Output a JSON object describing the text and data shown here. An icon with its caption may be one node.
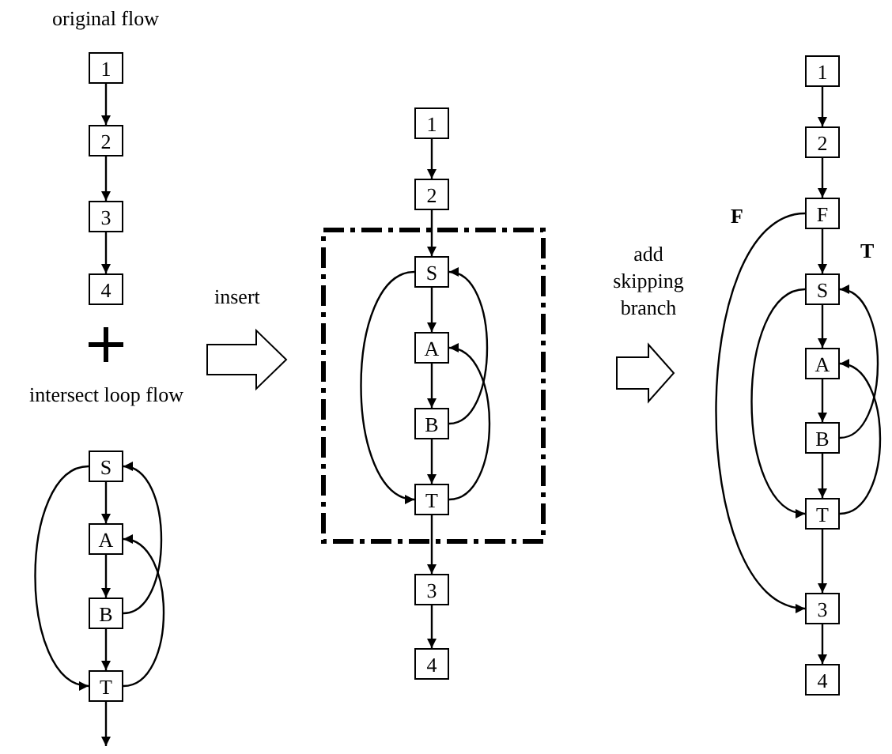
{
  "diagram": {
    "nodes": [
      {
        "text": [
          "1"
        ]
      },
      {
        "text": [
          "2"
        ]
      },
      {
        "text": [
          "3"
        ]
      },
      {
        "text": [
          "4"
        ]
      },
      {
        "text": [
          "S"
        ]
      },
      {
        "text": [
          "A"
        ]
      },
      {
        "text": [
          "B"
        ]
      },
      {
        "text": [
          "T"
        ]
      },
      {
        "text": [
          "1"
        ]
      },
      {
        "text": [
          "2"
        ]
      },
      {
        "text": [],
        "shape": "box"
      },
      {
        "text": [
          "S"
        ],
        "in": 10
      },
      {
        "text": [
          "A"
        ],
        "in": 10
      },
      {
        "text": [
          "B"
        ],
        "in": 10
      },
      {
        "text": [
          "T"
        ],
        "in": 10
      },
      {
        "text": [
          "3"
        ]
      },
      {
        "text": [
          "4"
        ]
      },
      {
        "text": [
          "1"
        ]
      },
      {
        "text": [
          "2"
        ]
      },
      {
        "text": [
          "F"
        ]
      },
      {
        "text": [
          "S"
        ]
      },
      {
        "text": [
          "A"
        ]
      },
      {
        "text": [
          "B"
        ]
      },
      {
        "text": [
          "T"
        ]
      },
      {
        "text": [
          "3"
        ]
      },
      {
        "text": [
          "4"
        ]
      }
    ],
    "edges": [
      {
        "from": 0,
        "to": 1,
        "arrow": "to"
      },
      {
        "from": 1,
        "to": 2,
        "arrow": "to"
      },
      {
        "from": 2,
        "to": 3,
        "arrow": "to"
      },
      {
        "from": 4,
        "to": 5,
        "arrow": "to"
      },
      {
        "from": 5,
        "to": 6,
        "arrow": "to"
      },
      {
        "from": 6,
        "to": 7,
        "arrow": "to"
      },
      {
        "from": 7,
        "to": null,
        "arrow": "to"
      },
      {
        "from": 4,
        "to": 7,
        "arrow": "to"
      },
      {
        "from": 6,
        "to": 4,
        "arrow": "to"
      },
      {
        "from": 7,
        "to": 5,
        "arrow": "to"
      },
      {
        "from": 8,
        "to": 9,
        "arrow": "to"
      },
      {
        "from": 9,
        "to": 11,
        "arrow": "to"
      },
      {
        "from": 11,
        "to": 12,
        "arrow": "to"
      },
      {
        "from": 12,
        "to": 13,
        "arrow": "to"
      },
      {
        "from": 13,
        "to": 14,
        "arrow": "to"
      },
      {
        "from": 14,
        "to": 15,
        "arrow": "to"
      },
      {
        "from": 15,
        "to": 16,
        "arrow": "to"
      },
      {
        "from": 11,
        "to": 14,
        "arrow": "to"
      },
      {
        "from": 13,
        "to": 11,
        "arrow": "to"
      },
      {
        "from": 14,
        "to": 12,
        "arrow": "to"
      },
      {
        "from": 17,
        "to": 18,
        "arrow": "to"
      },
      {
        "from": 18,
        "to": 19,
        "arrow": "to"
      },
      {
        "from": 19,
        "to": 20,
        "arrow": "to",
        "label": "T"
      },
      {
        "from": 19,
        "to": 24,
        "arrow": "to",
        "label": "F"
      },
      {
        "from": 20,
        "to": 21,
        "arrow": "to"
      },
      {
        "from": 21,
        "to": 22,
        "arrow": "to"
      },
      {
        "from": 22,
        "to": 23,
        "arrow": "to"
      },
      {
        "from": 23,
        "to": 24,
        "arrow": "to"
      },
      {
        "from": 24,
        "to": 25,
        "arrow": "to"
      },
      {
        "from": 20,
        "to": 23,
        "arrow": "to"
      },
      {
        "from": 22,
        "to": 20,
        "arrow": "to"
      },
      {
        "from": 23,
        "to": 21,
        "arrow": "to"
      }
    ],
    "labels": [
      "original flow",
      "insert",
      "intersect loop flow",
      "add skipping branch"
    ]
  }
}
